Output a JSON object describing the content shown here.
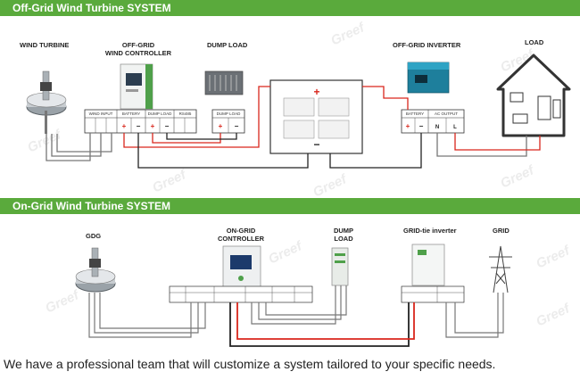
{
  "off_grid": {
    "title": "Off-Grid Wind Turbine SYSTEM",
    "labels": {
      "wind_turbine": "WIND TURBINE",
      "controller_line1": "OFF-GRID",
      "controller_line2": "WIND CONTROLLER",
      "dump_load": "DUMP LOAD",
      "inverter": "OFF-GRID INVERTER",
      "load": "LOAD"
    },
    "terminals": {
      "wind_input": "WIND INPUT",
      "battery": "BATTERY",
      "dump_load": "DUMP LOAD",
      "rs485": "RS485",
      "dump_load_box": "DUMP LOAD",
      "inv_battery": "BATTERY",
      "ac_output": "AC OUTPUT",
      "n": "N",
      "l": "L"
    },
    "battery_plus": "+",
    "battery_minus": "−"
  },
  "on_grid": {
    "title": "On-Grid Wind Turbine SYSTEM",
    "labels": {
      "gdg": "GDG",
      "controller_line1": "ON-GRID",
      "controller_line2": "CONTROLLER",
      "dump_load_line1": "DUMP",
      "dump_load_line2": "LOAD",
      "inverter": "GRID-tie inverter",
      "grid": "GRID"
    }
  },
  "watermark": "Greef",
  "caption": "We have a professional team that will customize a system tailored to your specific needs."
}
